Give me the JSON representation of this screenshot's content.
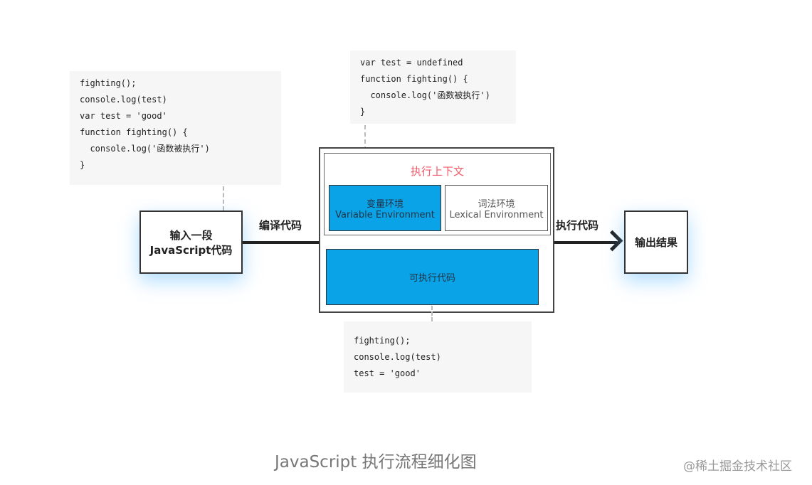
{
  "source_code": [
    "fighting();",
    "console.log(test)",
    "var test = 'good'",
    "function fighting() {",
    "  console.log('函数被执行')",
    "}"
  ],
  "variable_env_code": [
    "var test = undefined",
    "function fighting() {",
    "  console.log('函数被执行')",
    "}"
  ],
  "executable_code": [
    "fighting();",
    "console.log(test)",
    "test = 'good'"
  ],
  "input_box": {
    "line1": "输入一段",
    "line2": "JavaScript代码"
  },
  "compile_label": "编译代码",
  "execute_label": "执行代码",
  "output_box": "输出结果",
  "context_title": "执行上下文",
  "variable_env": {
    "cn": "变量环境",
    "en": "Variable Environment"
  },
  "lexical_env": {
    "cn": "词法环境",
    "en": "Lexical Environment"
  },
  "executable_box": "可执行代码",
  "caption": "JavaScript 执行流程细化图",
  "watermark": "@稀土掘金技术社区"
}
